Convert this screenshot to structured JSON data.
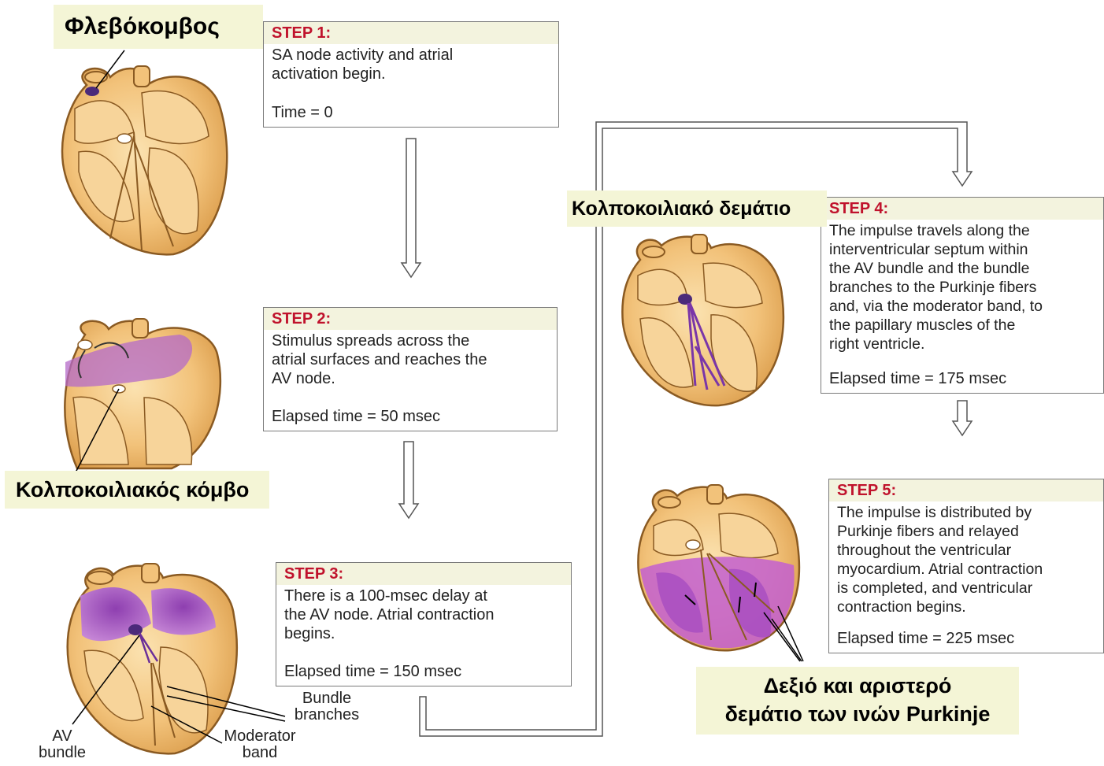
{
  "greek_labels": {
    "sa_node": "Φλεβόκομβος",
    "av_node": "Κολποκοιλιακός κόμβο",
    "av_bundle": "Κολποκοιλιακό δεμάτιο",
    "purkinje_line1": "Δεξιό και αριστερό",
    "purkinje_line2": "δεμάτιο των ινών Purkinje"
  },
  "steps": [
    {
      "title": "STEP 1:",
      "lines": [
        "SA node activity and atrial",
        "activation begin."
      ],
      "time": "Time = 0"
    },
    {
      "title": "STEP 2:",
      "lines": [
        "Stimulus spreads across the",
        "atrial surfaces and reaches the",
        "AV node."
      ],
      "time": "Elapsed time = 50 msec"
    },
    {
      "title": "STEP 3:",
      "lines": [
        "There is a 100-msec delay at",
        "the AV node. Atrial contraction",
        "begins."
      ],
      "time": "Elapsed time = 150 msec"
    },
    {
      "title": "STEP 4:",
      "lines": [
        "The impulse travels along the",
        "interventricular septum within",
        "the AV bundle and the bundle",
        "branches to the Purkinje fibers",
        "and, via the moderator band, to",
        "the papillary muscles of the",
        "right ventricle."
      ],
      "time": "Elapsed time = 175 msec"
    },
    {
      "title": "STEP 5:",
      "lines": [
        "The impulse is distributed by",
        "Purkinje fibers and relayed",
        "throughout the ventricular",
        "myocardium. Atrial contraction",
        "is completed, and ventricular",
        "contraction begins."
      ],
      "time": "Elapsed time = 225 msec"
    }
  ],
  "anatomy_labels": {
    "bundle_branches": [
      "Bundle",
      "branches"
    ],
    "moderator_band": [
      "Moderator",
      "band"
    ],
    "av_bundle": [
      "AV",
      "bundle"
    ]
  },
  "colors": {
    "heart_fill": "#f2c27a",
    "heart_outline": "#8a5a22",
    "impulse": "#9a4fb5",
    "step_title": "#c0122c",
    "label_bg": "#f4f5d6"
  }
}
